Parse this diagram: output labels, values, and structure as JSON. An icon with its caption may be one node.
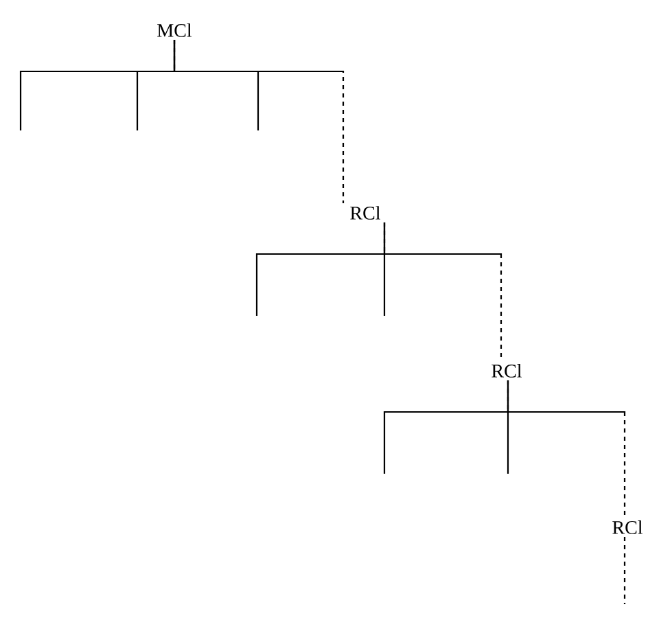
{
  "diagram": {
    "nodes": [
      {
        "text": [
          "MCl"
        ]
      },
      {
        "text": [
          "RCl"
        ]
      },
      {
        "text": [
          "RCl"
        ]
      },
      {
        "text": [
          "RCl"
        ]
      }
    ],
    "edges": [
      {
        "from": 0,
        "to": null,
        "arrow": "none"
      },
      {
        "from": 0,
        "to": null,
        "arrow": "none"
      },
      {
        "from": 0,
        "to": null,
        "arrow": "none"
      },
      {
        "from": 0,
        "to": 1,
        "arrow": "none",
        "style": "dashed"
      },
      {
        "from": 1,
        "to": null,
        "arrow": "none"
      },
      {
        "from": 1,
        "to": null,
        "arrow": "none"
      },
      {
        "from": 1,
        "to": 2,
        "arrow": "none",
        "style": "dashed"
      },
      {
        "from": 2,
        "to": null,
        "arrow": "none"
      },
      {
        "from": 2,
        "to": null,
        "arrow": "none"
      },
      {
        "from": 2,
        "to": 3,
        "arrow": "none",
        "style": "dashed"
      },
      {
        "from": 3,
        "to": null,
        "arrow": "none",
        "style": "dashed"
      }
    ]
  }
}
